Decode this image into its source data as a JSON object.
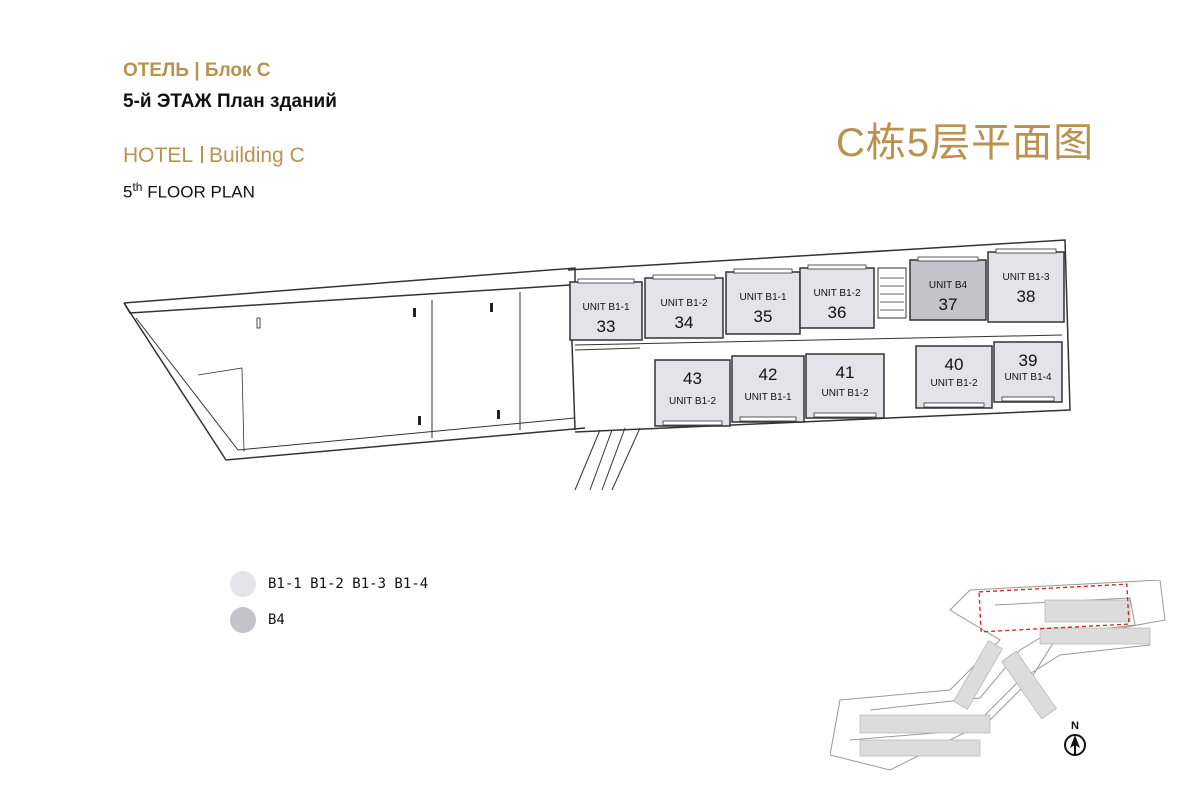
{
  "header": {
    "title_ru": "ОТЕЛЬ | Блок С",
    "subtitle_ru": "5-й ЭТАЖ  План зданий",
    "title_en_hotel": "HOTEL",
    "title_en_building": "Building C",
    "subtitle_en_num": "5",
    "subtitle_en_sup": "th",
    "subtitle_en_rest": " FLOOR PLAN",
    "title_cn": "C栋5层平面图"
  },
  "units_top": [
    {
      "type": "UNIT B1-1",
      "num": "33"
    },
    {
      "type": "UNIT B1-2",
      "num": "34"
    },
    {
      "type": "UNIT B1-1",
      "num": "35"
    },
    {
      "type": "UNIT B1-2",
      "num": "36"
    },
    {
      "type": "UNIT B4",
      "num": "37"
    },
    {
      "type": "UNIT B1-3",
      "num": "38"
    }
  ],
  "units_bottom": [
    {
      "type": "UNIT B1-2",
      "num": "43"
    },
    {
      "type": "UNIT B1-1",
      "num": "42"
    },
    {
      "type": "UNIT B1-2",
      "num": "41"
    },
    {
      "type": "UNIT B1-2",
      "num": "40"
    },
    {
      "type": "UNIT B1-4",
      "num": "39"
    }
  ],
  "legend": [
    {
      "label": "B1-1  B1-2  B1-3  B1-4",
      "color": "#e4e3ea"
    },
    {
      "label": "B4",
      "color": "#c4c3cb"
    }
  ],
  "north_label": "N",
  "colors": {
    "gold": "#b8924e",
    "unit_light": "#e4e3ea",
    "unit_dark": "#c4c3cb",
    "wall": "#333333"
  }
}
